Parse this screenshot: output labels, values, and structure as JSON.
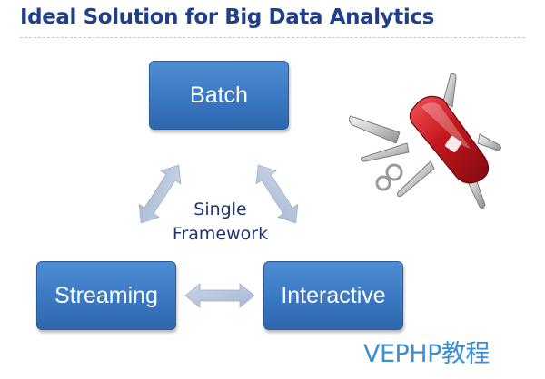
{
  "slide": {
    "title": "Ideal Solution for Big Data Analytics",
    "title_color": "#1f3f8a"
  },
  "diagram": {
    "nodes": [
      {
        "id": "batch",
        "label": "Batch"
      },
      {
        "id": "streaming",
        "label": "Streaming"
      },
      {
        "id": "interactive",
        "label": "Interactive"
      }
    ],
    "center_label_lines": [
      "Single",
      "Framework"
    ],
    "edges": [
      {
        "from": "batch",
        "to": "streaming",
        "style": "double-arrow"
      },
      {
        "from": "batch",
        "to": "interactive",
        "style": "double-arrow"
      },
      {
        "from": "streaming",
        "to": "interactive",
        "style": "double-arrow"
      }
    ],
    "box_color": "#3a78c3",
    "arrow_color": "#b8c6dc"
  },
  "illustration": {
    "icon": "swiss-army-knife-icon",
    "color": "#c4161c"
  },
  "watermark": {
    "text": "VEPHP教程",
    "color": "#3a8fd6"
  }
}
